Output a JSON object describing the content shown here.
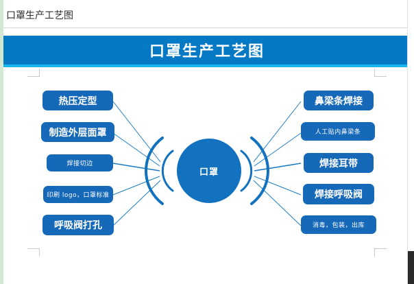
{
  "document": {
    "title": "口罩生产工艺图"
  },
  "banner": {
    "title": "口罩生产工艺图",
    "color": "#0579c4",
    "accent_color": "#18b6ef",
    "text_color": "#ffffff"
  },
  "diagram": {
    "hub": {
      "label": "口罩",
      "color": "#1272bf"
    },
    "node_color": "#1668b8",
    "connector_color": "#1b7cc4",
    "left_nodes": [
      {
        "label": "热压定型",
        "size": "big"
      },
      {
        "label": "制造外层面罩",
        "size": "big"
      },
      {
        "label": "焊接切边",
        "size": "small"
      },
      {
        "label": "印刷 logo，口罩标准",
        "size": "small"
      },
      {
        "label": "呼吸阀打孔",
        "size": "big"
      }
    ],
    "right_nodes": [
      {
        "label": "鼻梁条焊接",
        "size": "big"
      },
      {
        "label": "人工贴内鼻梁条",
        "size": "small"
      },
      {
        "label": "焊接耳带",
        "size": "big"
      },
      {
        "label": "焊接呼吸阀",
        "size": "big"
      },
      {
        "label": "消毒，包装，出库",
        "size": "small"
      }
    ]
  },
  "chrome": {
    "left_edge_color": "#d3e8d0",
    "scrollbar_thumb_color": "#2b2b2b"
  }
}
